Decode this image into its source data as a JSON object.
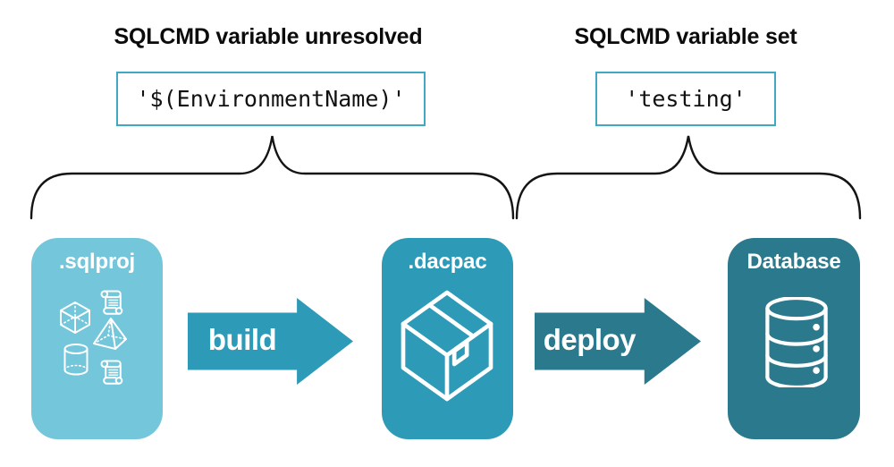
{
  "annotations": {
    "unresolved": {
      "title": "SQLCMD variable unresolved",
      "value": "'$(EnvironmentName)'"
    },
    "set": {
      "title": "SQLCMD variable set",
      "value": "'testing'"
    }
  },
  "pipeline": {
    "nodes": [
      {
        "id": "sqlproj",
        "label": ".sqlproj",
        "icon": "sql-objects-icons",
        "color": "#74C6DB"
      },
      {
        "id": "dacpac",
        "label": ".dacpac",
        "icon": "package-box-icon",
        "color": "#2D9BB7"
      },
      {
        "id": "database",
        "label": "Database",
        "icon": "database-cylinder-icon",
        "color": "#2A798D"
      }
    ],
    "arrows": [
      {
        "label": "build",
        "color": "#2D9BB7"
      },
      {
        "label": "deploy",
        "color": "#2A798D"
      }
    ]
  },
  "colors": {
    "background": "#FFFFFF",
    "code_box_border": "#41A8C4",
    "heading_text": "#0B0B0B",
    "brace_stroke": "#141414",
    "node_label_text": "#FFFFFF"
  }
}
